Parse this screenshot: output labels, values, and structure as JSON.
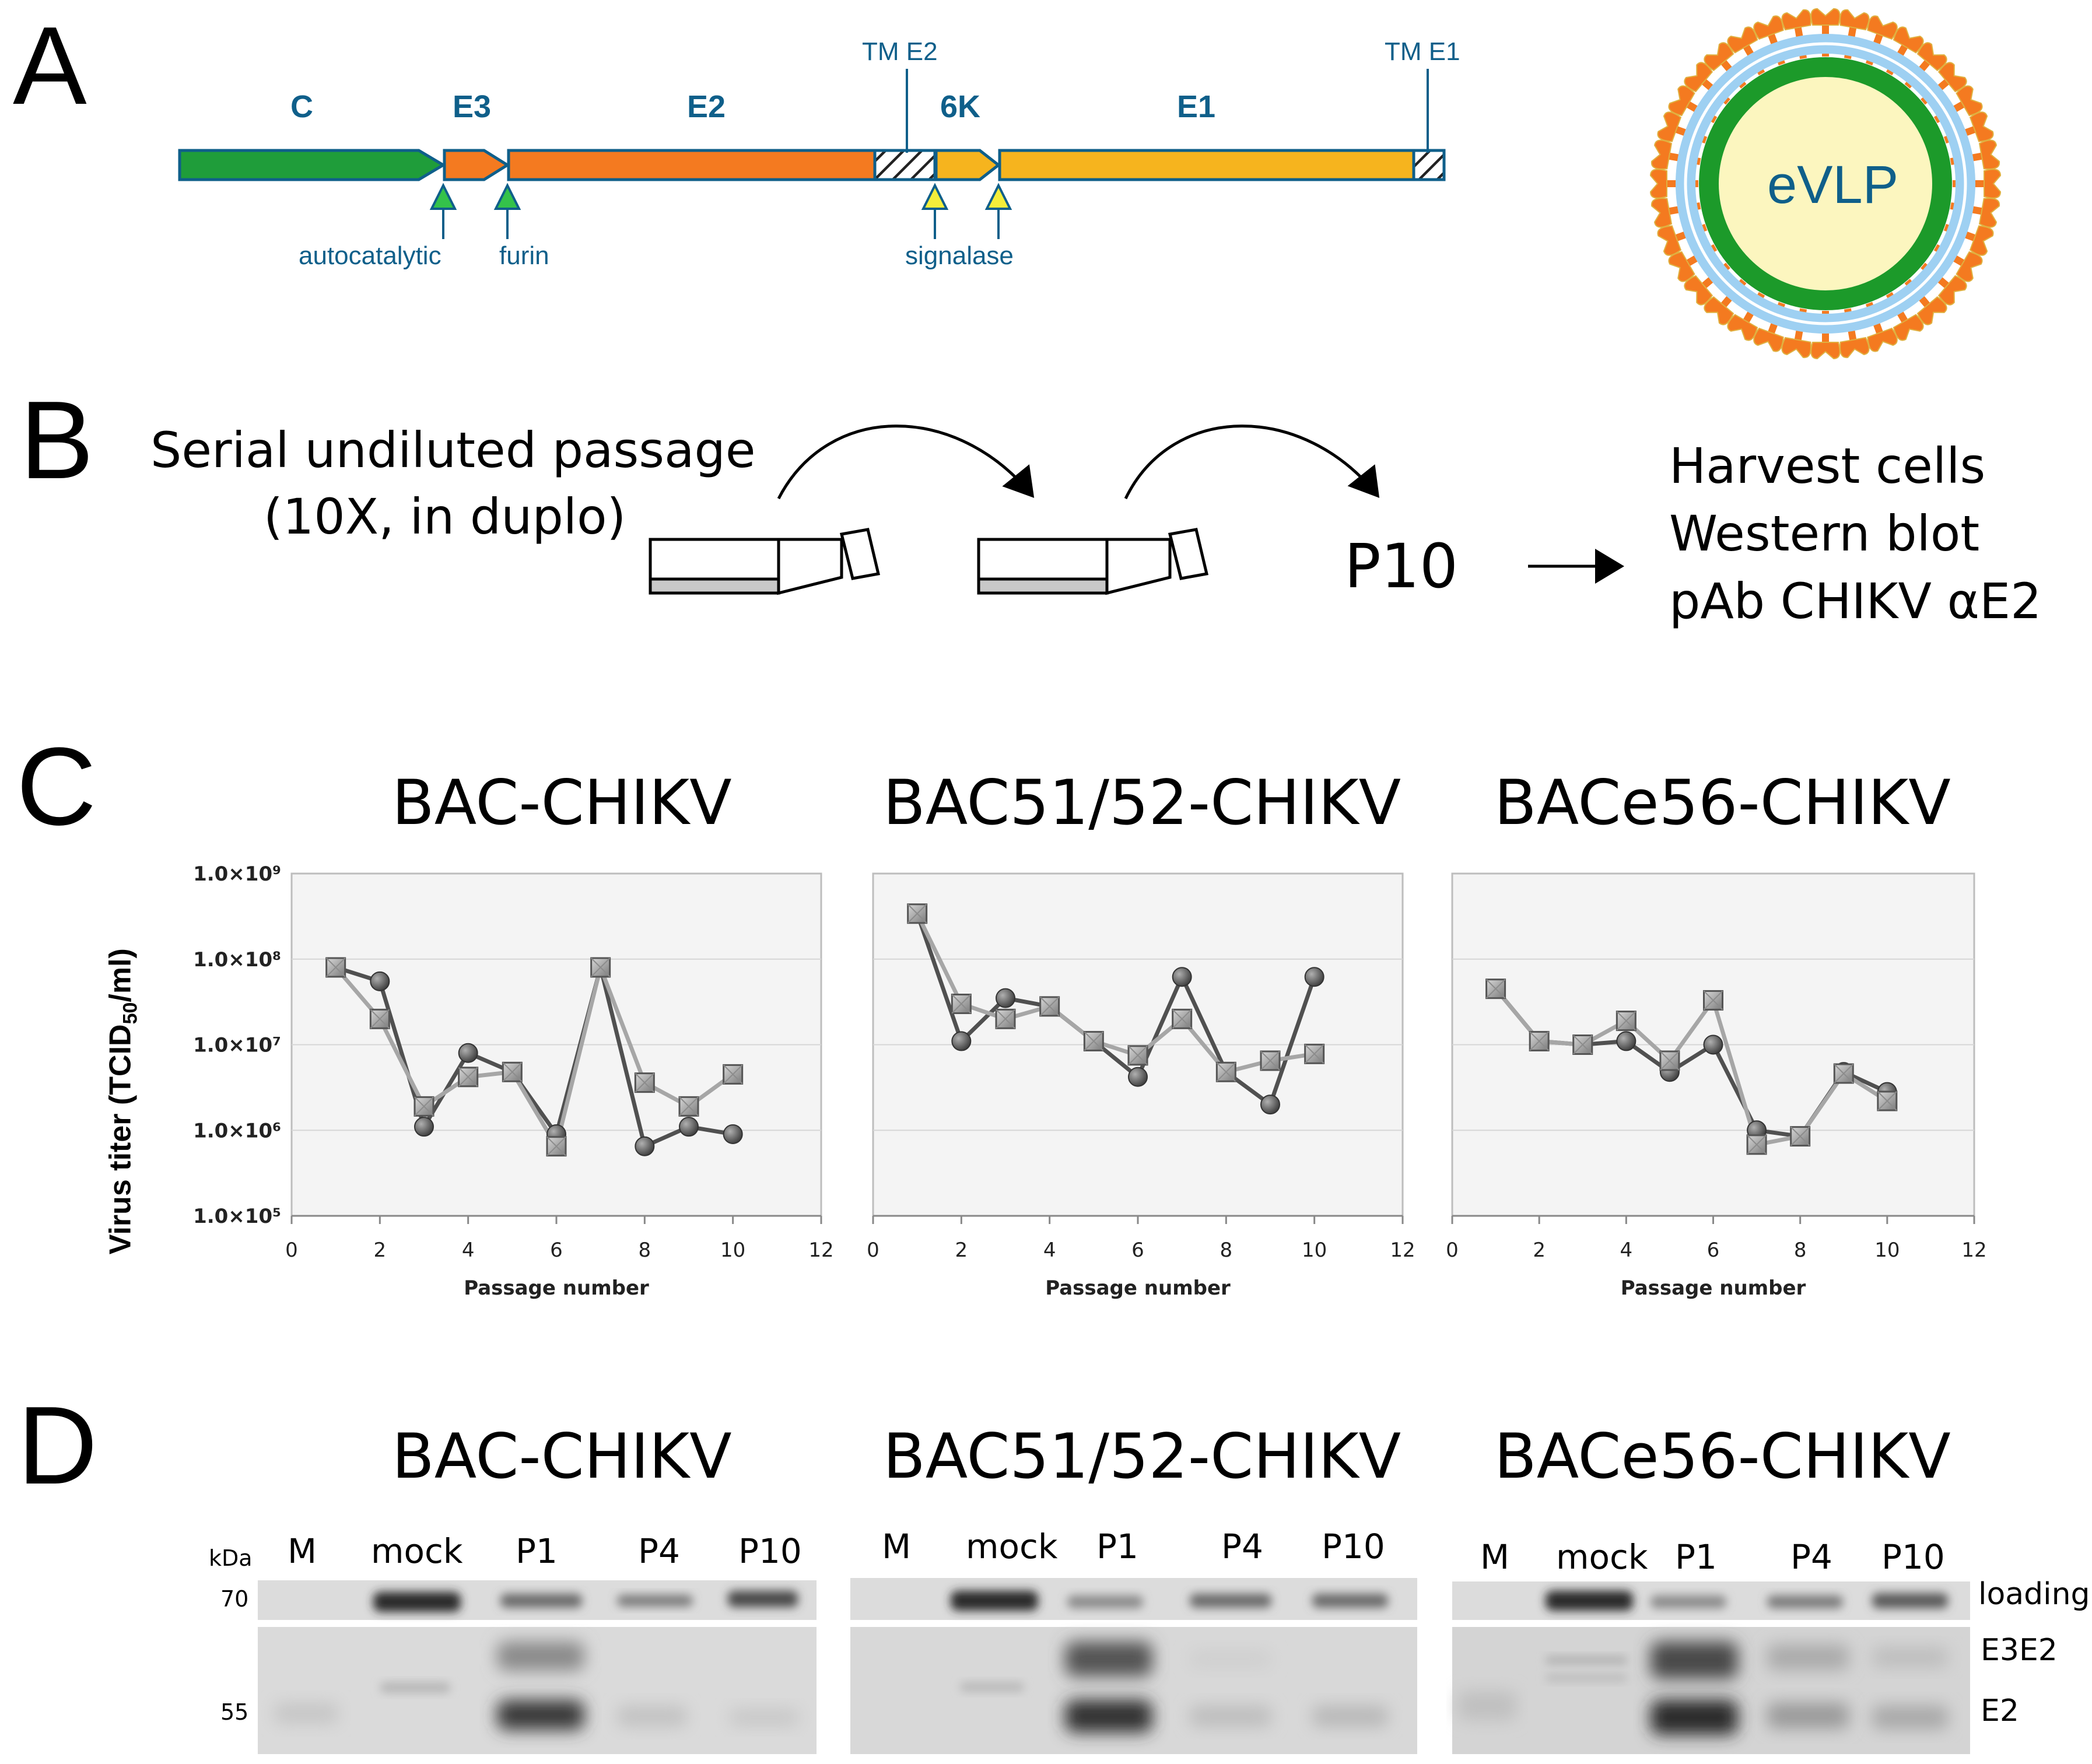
{
  "panels": {
    "a": "A",
    "b": "B",
    "c": "C",
    "d": "D"
  },
  "panel_a": {
    "genes": [
      "C",
      "E3",
      "E2",
      "6K",
      "E1"
    ],
    "tm_e2": "TM E2",
    "tm_e1": "TM E1",
    "sites": [
      "autocatalytic",
      "furin",
      "signalase"
    ],
    "particle_label": "eVLP",
    "colors": {
      "C": "#1f9d3a",
      "E3": "#f47a20",
      "E2": "#f47a20",
      "6K": "#f6b41e",
      "E1": "#f6b41e",
      "label": "#0f5f8a"
    }
  },
  "panel_b": {
    "left_text_1": "Serial undiluted passage",
    "left_text_2": "(10X, in duplo)",
    "p10": "P10",
    "right_lines": [
      "Harvest cells",
      "Western blot",
      "pAb CHIKV αE2"
    ]
  },
  "panel_c": {
    "ylabel": "Virus titer (TCID50/ml)",
    "ylabel_main": "Virus titer (TCID",
    "ylabel_sub": "50",
    "ylabel_end": "/ml)",
    "yticks": [
      "1.0×10⁵",
      "1.0×10⁶",
      "1.0×10⁷",
      "1.0×10⁸",
      "1.0×10⁹"
    ],
    "xticks": [
      "0",
      "2",
      "4",
      "6",
      "8",
      "10",
      "12"
    ],
    "xlabel": "Passage number"
  },
  "chart_data": [
    {
      "type": "line",
      "title": "BAC-CHIKV",
      "xlabel": "Passage number",
      "ylabel": "Virus titer (TCID50/ml)",
      "yscale": "log",
      "xlim": [
        0,
        12
      ],
      "ylim": [
        100000,
        1000000000
      ],
      "x": [
        1,
        2,
        3,
        4,
        5,
        6,
        7,
        8,
        9,
        10
      ],
      "series": [
        {
          "marker": "circle",
          "values": [
            80000000,
            55000000,
            1100000,
            8000000,
            4800000,
            900000,
            80000000,
            650000,
            1100000,
            900000
          ]
        },
        {
          "marker": "square",
          "values": [
            80000000,
            20000000,
            1900000,
            4200000,
            4800000,
            650000,
            80000000,
            3600000,
            1900000,
            4500000
          ]
        }
      ]
    },
    {
      "type": "line",
      "title": "BAC51/52-CHIKV",
      "xlabel": "Passage number",
      "ylabel": "Virus titer (TCID50/ml)",
      "yscale": "log",
      "xlim": [
        0,
        12
      ],
      "ylim": [
        100000,
        1000000000
      ],
      "x": [
        1,
        2,
        3,
        4,
        5,
        6,
        7,
        8,
        9,
        10
      ],
      "series": [
        {
          "marker": "circle",
          "values": [
            340000000,
            11000000,
            35000000,
            28000000,
            11000000,
            4200000,
            62000000,
            4800000,
            2000000,
            62000000
          ]
        },
        {
          "marker": "square",
          "values": [
            340000000,
            30000000,
            20000000,
            28000000,
            11000000,
            7500000,
            20000000,
            4800000,
            6500000,
            7800000
          ]
        }
      ]
    },
    {
      "type": "line",
      "title": "BACe56-CHIKV",
      "xlabel": "Passage number",
      "ylabel": "Virus titer (TCID50/ml)",
      "yscale": "log",
      "xlim": [
        0,
        12
      ],
      "ylim": [
        100000,
        1000000000
      ],
      "x": [
        1,
        2,
        3,
        4,
        5,
        6,
        7,
        8,
        9,
        10
      ],
      "series": [
        {
          "marker": "circle",
          "values": [
            45000000,
            11000000,
            10000000,
            11000000,
            4800000,
            10000000,
            1000000,
            850000,
            4800000,
            2800000
          ]
        },
        {
          "marker": "square",
          "values": [
            45000000,
            11000000,
            10000000,
            19000000,
            6500000,
            33000000,
            680000,
            850000,
            4600000,
            2200000
          ]
        }
      ]
    }
  ],
  "panel_d": {
    "kda": "kDa",
    "marker_70": "70",
    "marker_55": "55",
    "blots": [
      {
        "title": "BAC-CHIKV",
        "lanes": [
          "M",
          "mock",
          "P1",
          "P4",
          "P10"
        ]
      },
      {
        "title": "BAC51/52-CHIKV",
        "lanes": [
          "M",
          "mock",
          "P1",
          "P4",
          "P10"
        ]
      },
      {
        "title": "BACe56-CHIKV",
        "lanes": [
          "M",
          "mock",
          "P1",
          "P4",
          "P10"
        ]
      }
    ],
    "side_labels": [
      "loading",
      "E3E2",
      "E2"
    ]
  }
}
